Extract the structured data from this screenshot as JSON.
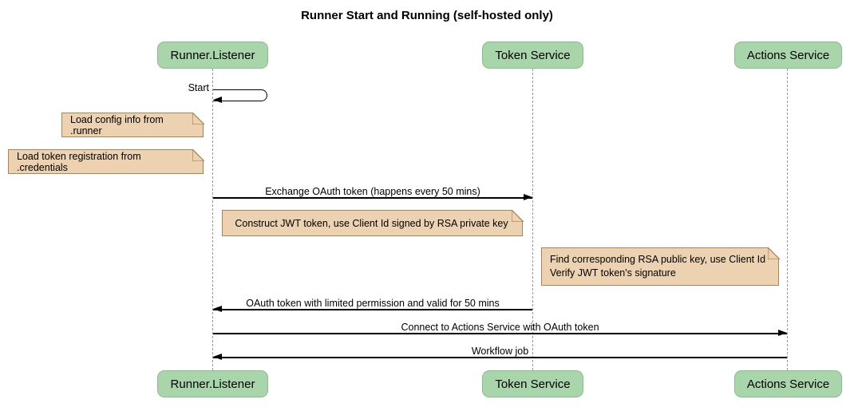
{
  "title": "Runner Start and Running (self-hosted only)",
  "actors": [
    {
      "label": "Runner.Listener"
    },
    {
      "label": "Token Service"
    },
    {
      "label": "Actions Service"
    }
  ],
  "messages": [
    {
      "label": "Start",
      "from": "Runner.Listener",
      "to": "Runner.Listener",
      "arrow": "self"
    },
    {
      "label": "Exchange OAuth token (happens every 50 mins)",
      "from": "Runner.Listener",
      "to": "Token Service",
      "arrow": "right"
    },
    {
      "label": "OAuth token with limited permission and valid for 50 mins",
      "from": "Token Service",
      "to": "Runner.Listener",
      "arrow": "left"
    },
    {
      "label": "Connect to Actions Service with OAuth token",
      "from": "Runner.Listener",
      "to": "Actions Service",
      "arrow": "right"
    },
    {
      "label": "Workflow job",
      "from": "Actions Service",
      "to": "Runner.Listener",
      "arrow": "left"
    }
  ],
  "notes": [
    {
      "text": "Load config info from .runner"
    },
    {
      "text": "Load token registration from .credentials"
    },
    {
      "text": "Construct JWT token, use Client Id signed by RSA private key"
    },
    {
      "text": "Find corresponding RSA public key, use Client Id\nVerify JWT token's signature"
    }
  ],
  "colors": {
    "actor_fill": "#a8d5aa",
    "actor_border": "#8cbb8e",
    "note_fill": "#ecd2b0",
    "note_border": "#aa8452",
    "lifeline": "#999999",
    "line": "#000000"
  }
}
